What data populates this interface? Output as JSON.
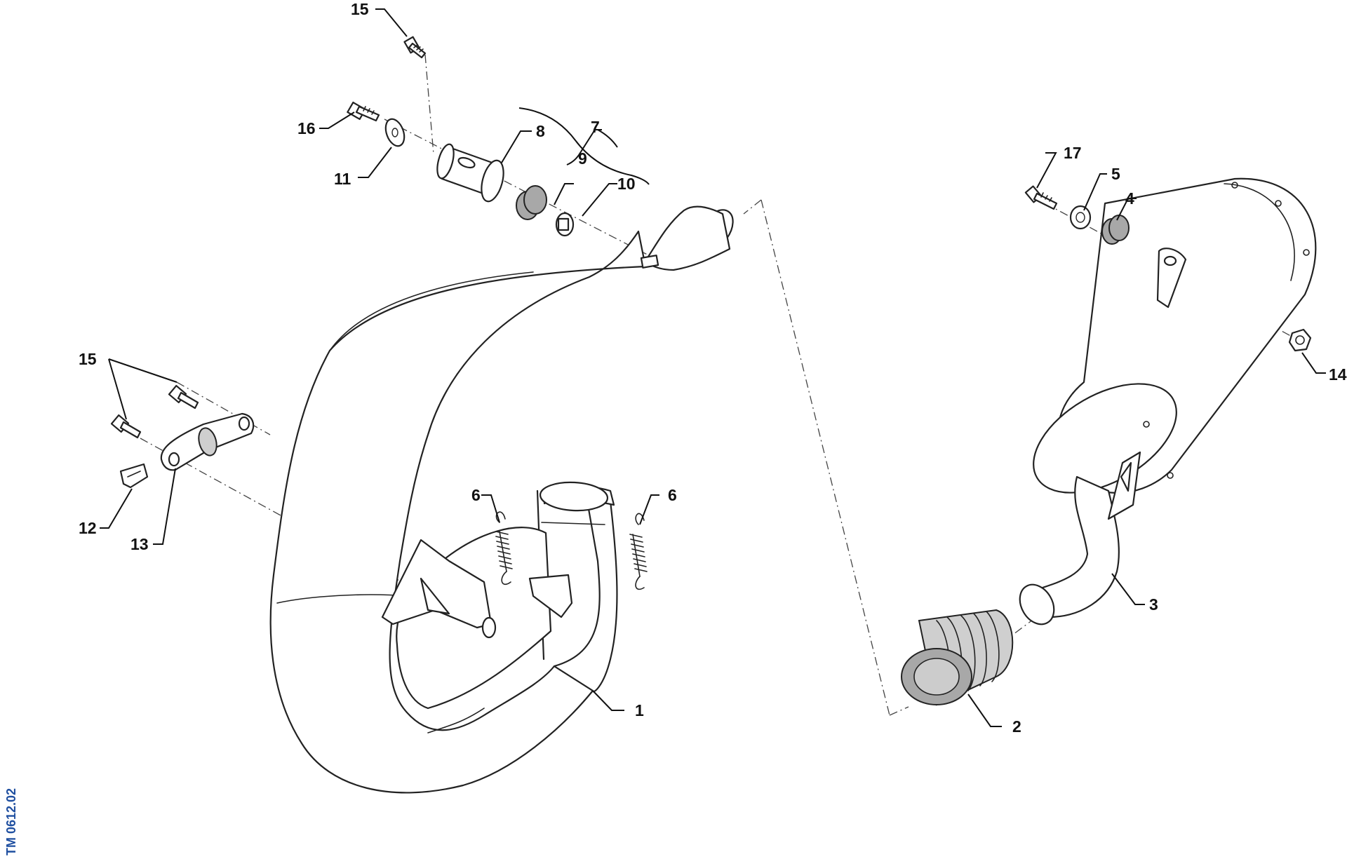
{
  "callouts": {
    "c1": "1",
    "c2": "2",
    "c3": "3",
    "c4": "4",
    "c5": "5",
    "c6a": "6",
    "c6b": "6",
    "c7": "7",
    "c8": "8",
    "c9": "9",
    "c10": "10",
    "c11": "11",
    "c12": "12",
    "c13": "13",
    "c14": "14",
    "c15a": "15",
    "c15b": "15",
    "c16": "16",
    "c17": "17"
  },
  "document_id": "TM 0612.02",
  "colors": {
    "line": "#222222",
    "grommet_fill": "#a8a8a8",
    "document_id": "#1f4fa0"
  }
}
